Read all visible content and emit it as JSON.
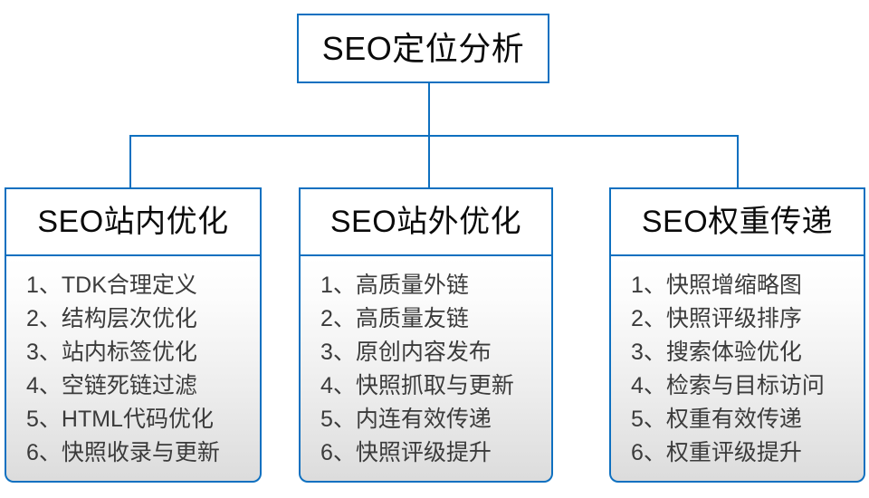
{
  "diagram": {
    "type": "organization-tree",
    "accent_color": "#0E70C0",
    "root": {
      "label": "SEO定位分析"
    },
    "branches": [
      {
        "header": "SEO站内优化",
        "items": [
          "1、TDK合理定义",
          "2、结构层次优化",
          "3、站内标签优化",
          "4、空链死链过滤",
          "5、HTML代码优化",
          "6、快照收录与更新"
        ]
      },
      {
        "header": "SEO站外优化",
        "items": [
          "1、高质量外链",
          "2、高质量友链",
          "3、原创内容发布",
          "4、快照抓取与更新",
          "5、内连有效传递",
          "6、快照评级提升"
        ]
      },
      {
        "header": "SEO权重传递",
        "items": [
          "1、快照增缩略图",
          "2、快照评级排序",
          "3、搜索体验优化",
          "4、检索与目标访问",
          "5、权重有效传递",
          "6、权重评级提升"
        ]
      }
    ]
  }
}
